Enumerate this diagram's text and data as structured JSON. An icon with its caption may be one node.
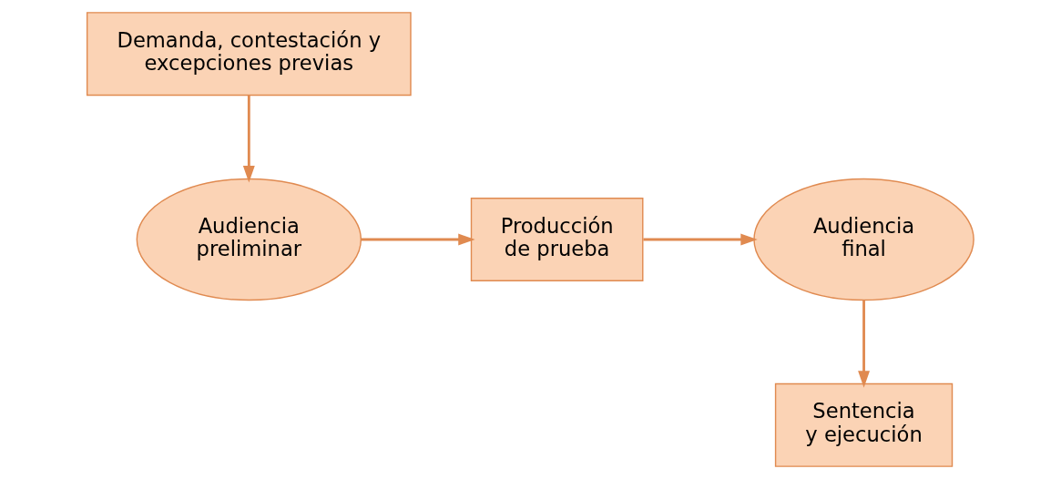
{
  "diagram": {
    "nodes": [
      {
        "text": [
          "Demanda, contestación y excepciones previas"
        ]
      },
      {
        "text": [
          "Audiencia preliminar"
        ]
      },
      {
        "text": [
          "Producción de prueba"
        ]
      },
      {
        "text": [
          "Audiencia final"
        ]
      },
      {
        "text": [
          "Sentencia y ejecución"
        ]
      }
    ],
    "edges": [
      {
        "from": 0,
        "to": 1,
        "arrow": "to"
      },
      {
        "from": 1,
        "to": 2,
        "arrow": "to"
      },
      {
        "from": 2,
        "to": 3,
        "arrow": "to"
      },
      {
        "from": 3,
        "to": 4,
        "arrow": "to"
      }
    ]
  }
}
